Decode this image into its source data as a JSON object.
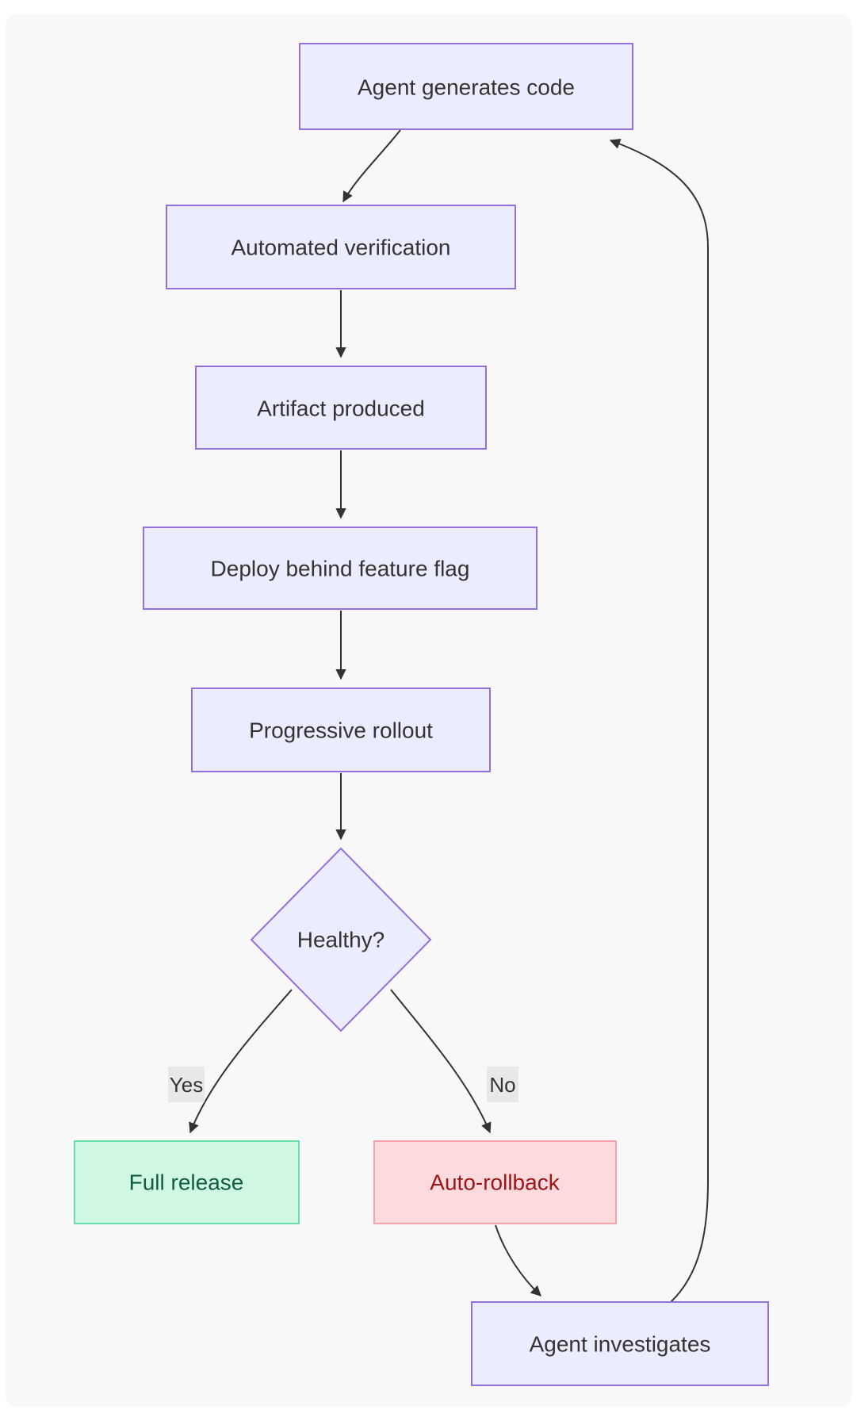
{
  "diagram": {
    "type": "flowchart",
    "direction": "top-down",
    "colors": {
      "page_background": "#ffffff",
      "panel_background": "#f8f8f9",
      "node_fill": "#ececff",
      "node_border": "#9370db",
      "node_text": "#333333",
      "success_fill": "#d0f7e2",
      "success_border": "#6bdcaa",
      "success_text": "#0f5c3f",
      "danger_fill": "#fcdade",
      "danger_border": "#f3a5ad",
      "danger_text": "#9c1515",
      "edge_line": "#333333",
      "edge_label_background": "#e8e8e8"
    },
    "nodes": [
      {
        "id": "generate",
        "label": "Agent generates code",
        "shape": "rect",
        "style": "default"
      },
      {
        "id": "verify",
        "label": "Automated verification",
        "shape": "rect",
        "style": "default"
      },
      {
        "id": "artifact",
        "label": "Artifact produced",
        "shape": "rect",
        "style": "default"
      },
      {
        "id": "deploy",
        "label": "Deploy behind feature flag",
        "shape": "rect",
        "style": "default"
      },
      {
        "id": "rollout",
        "label": "Progressive rollout",
        "shape": "rect",
        "style": "default"
      },
      {
        "id": "healthy",
        "label": "Healthy?",
        "shape": "diamond",
        "style": "default"
      },
      {
        "id": "release",
        "label": "Full release",
        "shape": "rect",
        "style": "success"
      },
      {
        "id": "rollback",
        "label": "Auto-rollback",
        "shape": "rect",
        "style": "danger"
      },
      {
        "id": "investigate",
        "label": "Agent investigates",
        "shape": "rect",
        "style": "default"
      }
    ],
    "edges": [
      {
        "from": "generate",
        "to": "verify",
        "label": ""
      },
      {
        "from": "verify",
        "to": "artifact",
        "label": ""
      },
      {
        "from": "artifact",
        "to": "deploy",
        "label": ""
      },
      {
        "from": "deploy",
        "to": "rollout",
        "label": ""
      },
      {
        "from": "rollout",
        "to": "healthy",
        "label": ""
      },
      {
        "from": "healthy",
        "to": "release",
        "label": "Yes"
      },
      {
        "from": "healthy",
        "to": "rollback",
        "label": "No"
      },
      {
        "from": "rollback",
        "to": "investigate",
        "label": ""
      },
      {
        "from": "investigate",
        "to": "generate",
        "label": ""
      }
    ]
  }
}
